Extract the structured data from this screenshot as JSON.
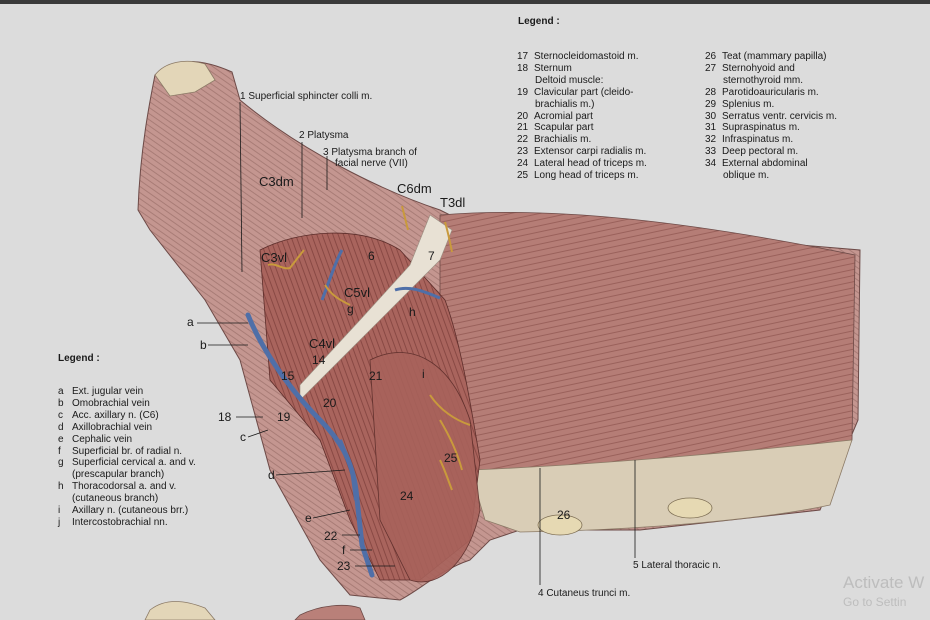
{
  "legend_right": {
    "title": "Legend :",
    "col1": [
      {
        "num": "17",
        "text": "Sternocleidomastoid m."
      },
      {
        "num": "18",
        "text": "Sternum"
      },
      {
        "num": "",
        "text": "Deltoid muscle:"
      },
      {
        "num": "19",
        "text": "Clavicular part (cleido-"
      },
      {
        "num": "",
        "text": "brachialis m.)"
      },
      {
        "num": "20",
        "text": "Acromial part"
      },
      {
        "num": "21",
        "text": "Scapular part"
      },
      {
        "num": "22",
        "text": "Brachialis m."
      },
      {
        "num": "23",
        "text": "Extensor carpi radialis m."
      },
      {
        "num": "24",
        "text": "Lateral head of triceps m."
      },
      {
        "num": "25",
        "text": "Long head of triceps m."
      }
    ],
    "col2": [
      {
        "num": "26",
        "text": "Teat (mammary papilla)"
      },
      {
        "num": "27",
        "text": "Sternohyoid and"
      },
      {
        "num": "",
        "text": "sternothyroid mm."
      },
      {
        "num": "28",
        "text": "Parotidoauricularis m."
      },
      {
        "num": "29",
        "text": "Splenius m."
      },
      {
        "num": "30",
        "text": "Serratus ventr. cervicis m."
      },
      {
        "num": "31",
        "text": "Supraspinatus m."
      },
      {
        "num": "32",
        "text": "Infraspinatus m."
      },
      {
        "num": "33",
        "text": "Deep pectoral m."
      },
      {
        "num": "34",
        "text": "External abdominal"
      },
      {
        "num": "",
        "text": "oblique m."
      }
    ]
  },
  "legend_left": {
    "title": "Legend :",
    "items": [
      {
        "key": "a",
        "text": "Ext. jugular vein"
      },
      {
        "key": "b",
        "text": "Omobrachial vein"
      },
      {
        "key": "c",
        "text": "Acc. axillary n. (C6)"
      },
      {
        "key": "d",
        "text": "Axillobrachial vein"
      },
      {
        "key": "e",
        "text": "Cephalic vein"
      },
      {
        "key": "f",
        "text": "Superficial br. of radial n."
      },
      {
        "key": "g",
        "text": "Superficial cervical a. and v."
      },
      {
        "key": "",
        "text": "(prescapular branch)"
      },
      {
        "key": "h",
        "text": "Thoracodorsal a. and v."
      },
      {
        "key": "",
        "text": "(cutaneous branch)"
      },
      {
        "key": "i",
        "text": "Axillary n. (cutaneous brr.)"
      },
      {
        "key": "j",
        "text": "Intercostobrachial nn."
      }
    ]
  },
  "figure_labels": {
    "l1": "1  Superficial sphincter colli m.",
    "l2": "2  Platysma",
    "l3a": "3  Platysma branch of",
    "l3b": "facial nerve (VII)",
    "l4": "4  Cutaneus trunci m.",
    "l5": "5  Lateral thoracic n.",
    "c3dm": "C3dm",
    "c6dm": "C6dm",
    "t3dl": "T3dl",
    "c3vl": "C3vl",
    "c5vl": "C5vl",
    "c4vl": "C4vl",
    "n6": "6",
    "n7": "7",
    "n14": "14",
    "n15": "15",
    "n18": "18",
    "n19": "19",
    "n20": "20",
    "n21": "21",
    "n22": "22",
    "n23": "23",
    "n24": "24",
    "n25": "25",
    "n26": "26",
    "la": "a",
    "lb": "b",
    "lc": "c",
    "ld": "d",
    "le": "e",
    "lf": "f",
    "lg": "g",
    "lh": "h",
    "li": "i"
  },
  "watermark": {
    "line1": "Activate W",
    "line2": "Go to Settin"
  },
  "colors": {
    "background": "#dcdcdc",
    "muscle": "#b98079",
    "vein": "#4f6fa8",
    "nerve": "#c99a3c"
  }
}
